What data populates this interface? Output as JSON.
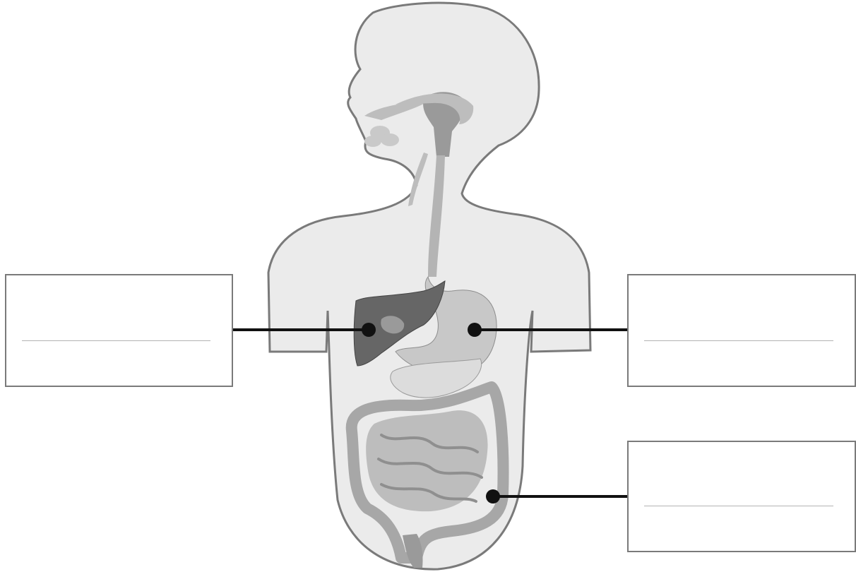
{
  "diagram": {
    "type": "unlabeled human digestive system worksheet",
    "colors": {
      "background": "#ffffff",
      "body_fill": "#ebebeb",
      "body_outline": "#7a7a7a",
      "organ_light": "#cfcfcf",
      "organ_mid": "#a9a9a9",
      "liver": "#666666",
      "leader_line": "#111111",
      "box_border": "#7a7a7a",
      "write_line": "#b3b3b3"
    },
    "organs": [
      "mouth",
      "salivary-glands",
      "pharynx",
      "esophagus",
      "liver",
      "gallbladder",
      "stomach",
      "pancreas",
      "small-intestine",
      "large-intestine",
      "rectum"
    ],
    "label_boxes": [
      {
        "id": "liver",
        "text": ""
      },
      {
        "id": "stomach",
        "text": ""
      },
      {
        "id": "large-intestine",
        "text": ""
      }
    ]
  }
}
